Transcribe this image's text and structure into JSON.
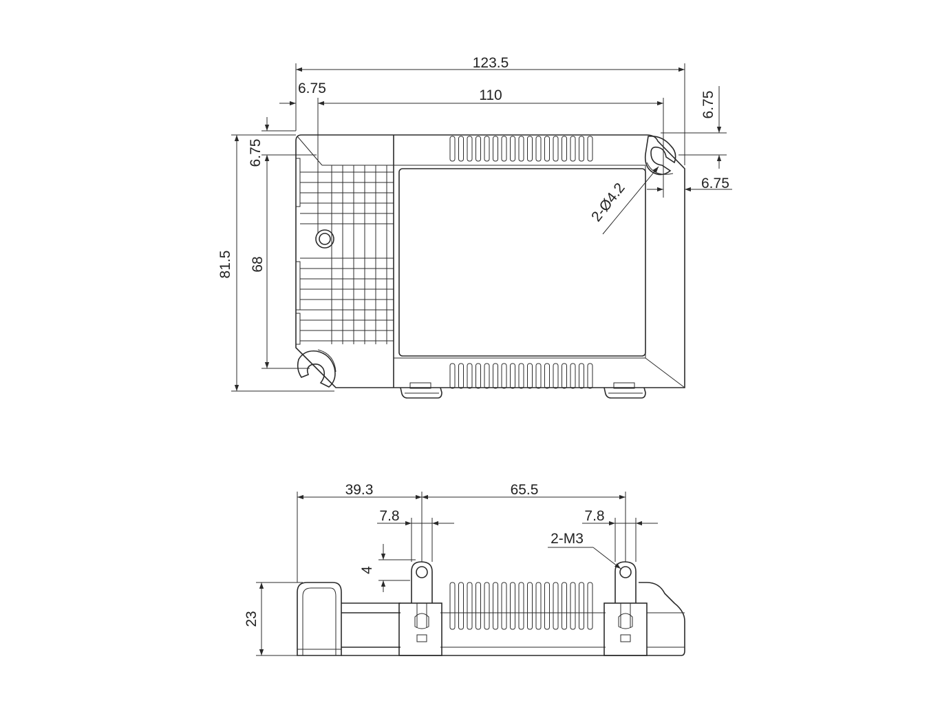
{
  "top_view": {
    "overall_length": "123.5",
    "mount_hole_spacing": "110",
    "left_offset": "6.75",
    "hole_offset_top": "6.75",
    "hole_offset_side": "6.75",
    "hole_offset_left_vertical": "6.75",
    "overall_width": "81.5",
    "mount_hole_vertical_spacing": "68",
    "hole_spec": "2-Ø4.2"
  },
  "side_view": {
    "left_to_clip": "39.3",
    "clip_spacing": "65.5",
    "clip_width_left": "7.8",
    "clip_width_right": "7.8",
    "thread_spec": "2-M3",
    "clip_rise": "4",
    "height": "23"
  },
  "colors": {
    "line": "#2a2a2a",
    "background": "#ffffff"
  }
}
